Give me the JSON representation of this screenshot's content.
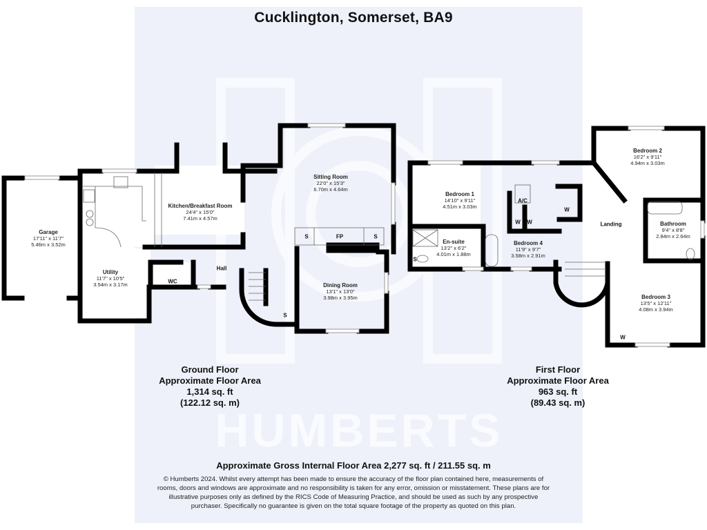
{
  "title": "Cucklington, Somerset, BA9",
  "watermark": "HUMBERTS",
  "ground_floor": {
    "heading": "Ground Floor",
    "subheading": "Approximate Floor Area",
    "sqft": "1,314 sq. ft",
    "sqm": "(122.12 sq. m)",
    "rooms": [
      {
        "name": "Garage",
        "imperial": "17'11\" x 11'7\"",
        "metric": "5.46m x 3.52m"
      },
      {
        "name": "Kitchen/Breakfast Room",
        "imperial": "24'4\" x 15'0\"",
        "metric": "7.41m x 4.57m"
      },
      {
        "name": "Sitting Room",
        "imperial": "22'0\" x 15'3\"",
        "metric": "6.70m x 4.64m"
      },
      {
        "name": "Utility",
        "imperial": "11'7\" x 10'5\"",
        "metric": "3.54m x 3.17m"
      },
      {
        "name": "Dining Room",
        "imperial": "13'1\" x 13'0\"",
        "metric": "3.98m x 3.95m"
      }
    ],
    "labels": {
      "hall": "Hall",
      "wc": "WC",
      "store1": "S",
      "fireplace": "FP",
      "store2": "S",
      "store3": "S"
    }
  },
  "first_floor": {
    "heading": "First Floor",
    "subheading": "Approximate Floor Area",
    "sqft": "963 sq. ft",
    "sqm": "(89.43 sq. m)",
    "rooms": [
      {
        "name": "Bedroom 1",
        "imperial": "14'10\" x 9'11\"",
        "metric": "4.51m x 3.03m"
      },
      {
        "name": "En-suite",
        "imperial": "13'2\" x 6'2\"",
        "metric": "4.01m x 1.88m"
      },
      {
        "name": "Bedroom 4",
        "imperial": "11'9\" x 9'7\"",
        "metric": "3.58m x 2.91m"
      },
      {
        "name": "Bedroom 2",
        "imperial": "16'2\" x 9'11\"",
        "metric": "4.94m x 3.03m"
      },
      {
        "name": "Bathroom",
        "imperial": "9'4\" x 8'8\"",
        "metric": "2.84m x 2.64m"
      },
      {
        "name": "Bedroom 3",
        "imperial": "13'5\" x 12'11\"",
        "metric": "4.08m x 3.94m"
      }
    ],
    "labels": {
      "landing": "Landing",
      "airing": "A/C",
      "w1": "W",
      "w2": "W",
      "w3": "W",
      "w4": "W",
      "store": "S"
    }
  },
  "gross_area": "Approximate Gross Internal Floor Area 2,277 sq. ft / 211.55 sq. m",
  "disclaimer": "© Humberts 2024. Whilst every attempt has been made to ensure the accuracy of the floor plan contained here, measurements of rooms, doors and windows are approximate and no responsibility is taken for any error, omission or misstatement. These plans are for illustrative purposes only as defined by the RICS Code of Measuring Practice, and should be used as such by any prospective purchaser. Specifically no guarantee is given on the total square footage of the property as quoted on this plan.",
  "colors": {
    "panel": "#eef1f9",
    "wall": "#000000",
    "text": "#111111"
  }
}
